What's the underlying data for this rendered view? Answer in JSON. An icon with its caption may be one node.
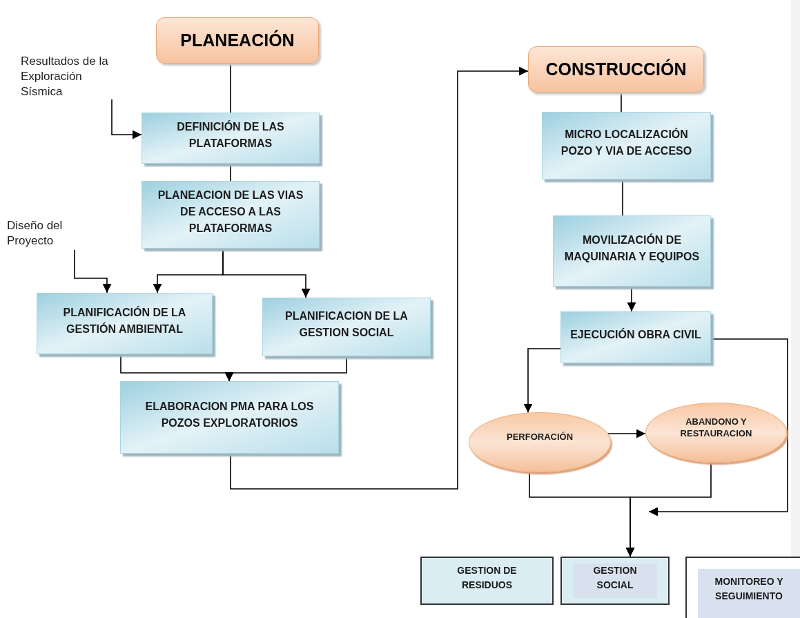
{
  "diagram": {
    "nodes": [
      {
        "text": [
          "PLANEACIÓN"
        ]
      },
      {
        "text": [
          "Resultados de la Exploración Sísmica"
        ]
      },
      {
        "text": [
          "DEFINICIÓN DE LAS PLATAFORMAS"
        ]
      },
      {
        "text": [
          "PLANEACION DE LAS VIAS DE ACCESO A LAS PLATAFORMAS"
        ]
      },
      {
        "text": [
          "Diseño del Proyecto"
        ]
      },
      {
        "text": [
          "PLANIFICACIÓN DE LA GESTIÓN AMBIENTAL"
        ]
      },
      {
        "text": [
          "PLANIFICACION DE LA GESTION SOCIAL"
        ]
      },
      {
        "text": [
          "ELABORACION PMA PARA LOS POZOS EXPLORATORIOS"
        ]
      },
      {
        "text": [
          "CONSTRUCCIÓN"
        ]
      },
      {
        "text": [
          "MICRO LOCALIZACIÓN POZO Y VIA DE ACCESO"
        ]
      },
      {
        "text": [
          "MOVILIZACIÓN DE MAQUINARIA Y EQUIPOS"
        ]
      },
      {
        "text": [
          "EJECUCIÓN OBRA CIVIL"
        ]
      },
      {
        "text": [
          "PERFORACIÓN"
        ]
      },
      {
        "text": [
          "ABANDONO Y RESTAURACION"
        ]
      },
      {
        "text": [
          "GESTION DE RESIDUOS"
        ]
      },
      {
        "text": [
          "GESTION SOCIAL"
        ]
      },
      {
        "text": [
          "MONITOREO Y SEGUIMIENTO"
        ]
      }
    ],
    "edges": [
      {
        "from": 0,
        "to": 2,
        "arrow": "none"
      },
      {
        "from": 1,
        "to": 2,
        "arrow": "to"
      },
      {
        "from": 2,
        "to": 3,
        "arrow": "none"
      },
      {
        "from": 3,
        "to": 5,
        "arrow": "to"
      },
      {
        "from": 3,
        "to": 6,
        "arrow": "to"
      },
      {
        "from": 4,
        "to": 5,
        "arrow": "to"
      },
      {
        "from": 5,
        "to": 7,
        "arrow": "to"
      },
      {
        "from": 6,
        "to": 7,
        "arrow": "to"
      },
      {
        "from": 7,
        "to": 8,
        "arrow": "to"
      },
      {
        "from": 8,
        "to": 9,
        "arrow": "none"
      },
      {
        "from": 9,
        "to": 10,
        "arrow": "none"
      },
      {
        "from": 10,
        "to": 11,
        "arrow": "to"
      },
      {
        "from": 11,
        "to": 12,
        "arrow": "to"
      },
      {
        "from": 12,
        "to": 13,
        "arrow": "to"
      },
      {
        "from": 12,
        "to": 15,
        "arrow": "to"
      },
      {
        "from": 13,
        "to": 15,
        "arrow": "to"
      },
      {
        "from": 11,
        "to": null,
        "arrow": "to"
      }
    ]
  }
}
